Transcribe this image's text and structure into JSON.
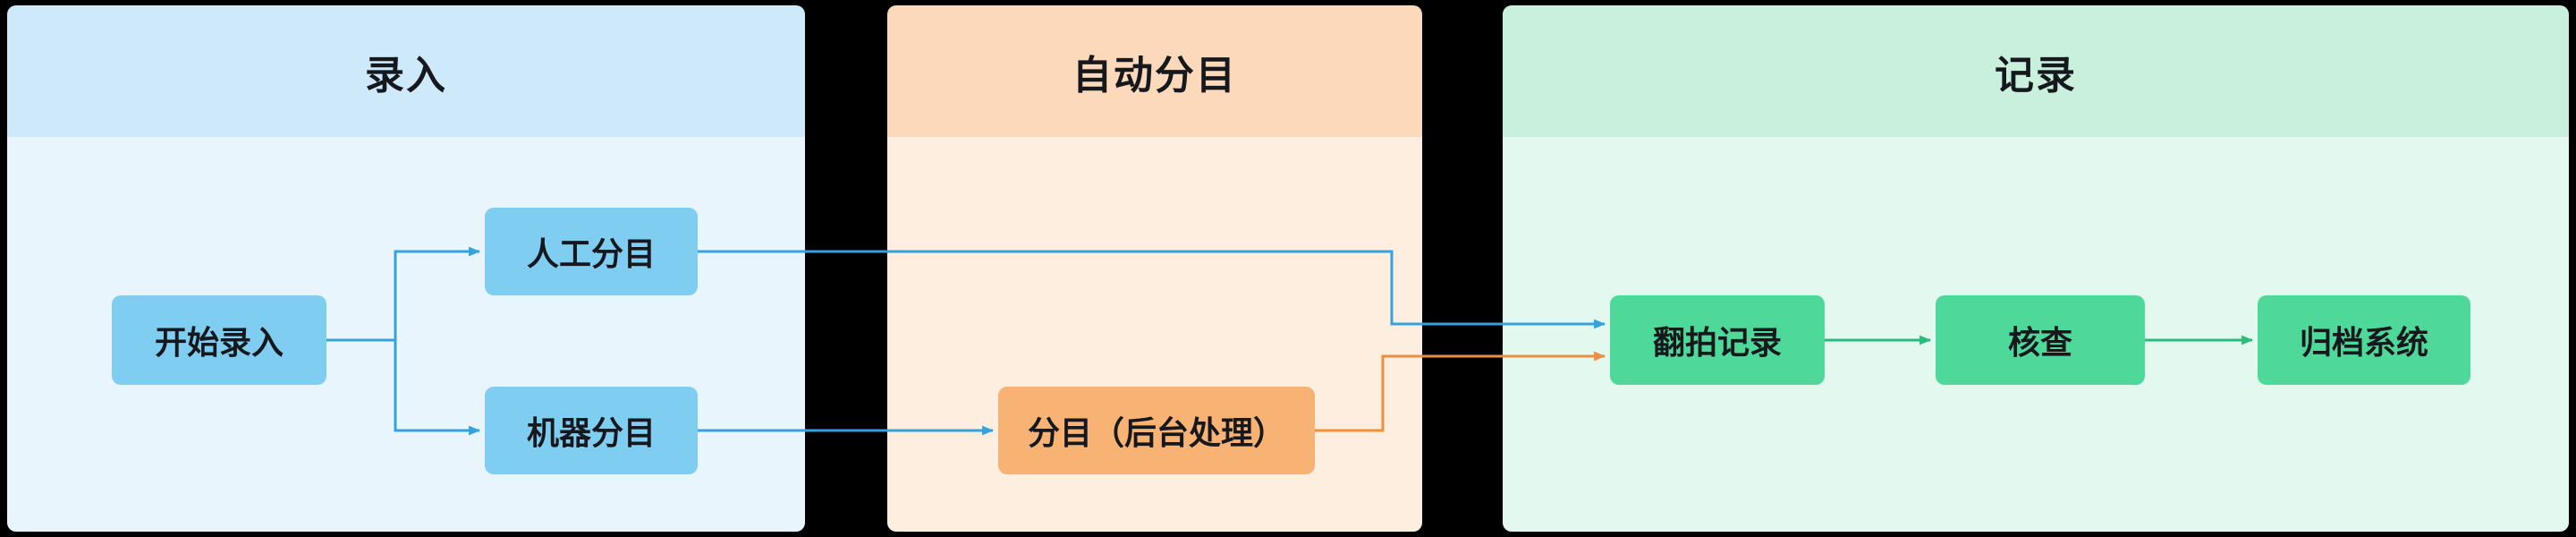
{
  "diagram_title": "flowchart",
  "lanes": [
    {
      "title": "录入"
    },
    {
      "title": "自动分目"
    },
    {
      "title": "记录"
    }
  ],
  "nodes": [
    {
      "id": "start-entry",
      "label": "开始录入",
      "color": "#80cdf2"
    },
    {
      "id": "manual-sort",
      "label": "人工分目",
      "color": "#80cdf2"
    },
    {
      "id": "machine-sort",
      "label": "机器分目",
      "color": "#80cdf2"
    },
    {
      "id": "background-sort",
      "label": "分目（后台处理）",
      "color": "#f8b274"
    },
    {
      "id": "rephoto-record",
      "label": "翻拍记录",
      "color": "#4ed89a"
    },
    {
      "id": "check",
      "label": "核查",
      "color": "#4ed89a"
    },
    {
      "id": "archive-system",
      "label": "归档系统",
      "color": "#4ed89a"
    }
  ],
  "edges": [
    {
      "from": "start-entry",
      "to": "manual-sort",
      "color": "#36a2dc"
    },
    {
      "from": "start-entry",
      "to": "machine-sort",
      "color": "#36a2dc"
    },
    {
      "from": "machine-sort",
      "to": "background-sort",
      "color": "#36a2dc"
    },
    {
      "from": "manual-sort",
      "to": "rephoto-record",
      "color": "#36a2dc"
    },
    {
      "from": "background-sort",
      "to": "rephoto-record",
      "color": "#ec8f3e"
    },
    {
      "from": "rephoto-record",
      "to": "check",
      "color": "#2aba7d"
    },
    {
      "from": "check",
      "to": "archive-system",
      "color": "#2aba7d"
    }
  ],
  "colors": {
    "canvas-bg": "#000000",
    "lane-entry-header": "#cee9f9",
    "lane-entry-body": "#e9f5fd",
    "lane-auto-header": "#fcd9ba",
    "lane-auto-body": "#fdeedf",
    "lane-record-header": "#c8f0dc",
    "lane-record-body": "#e3f8ee",
    "node-blue": "#80cdf2",
    "node-orange": "#f8b274",
    "node-green": "#4ed89a",
    "arrow-blue": "#36a2dc",
    "arrow-orange": "#ec8f3e",
    "arrow-green": "#2aba7d",
    "text": "#15181d"
  }
}
